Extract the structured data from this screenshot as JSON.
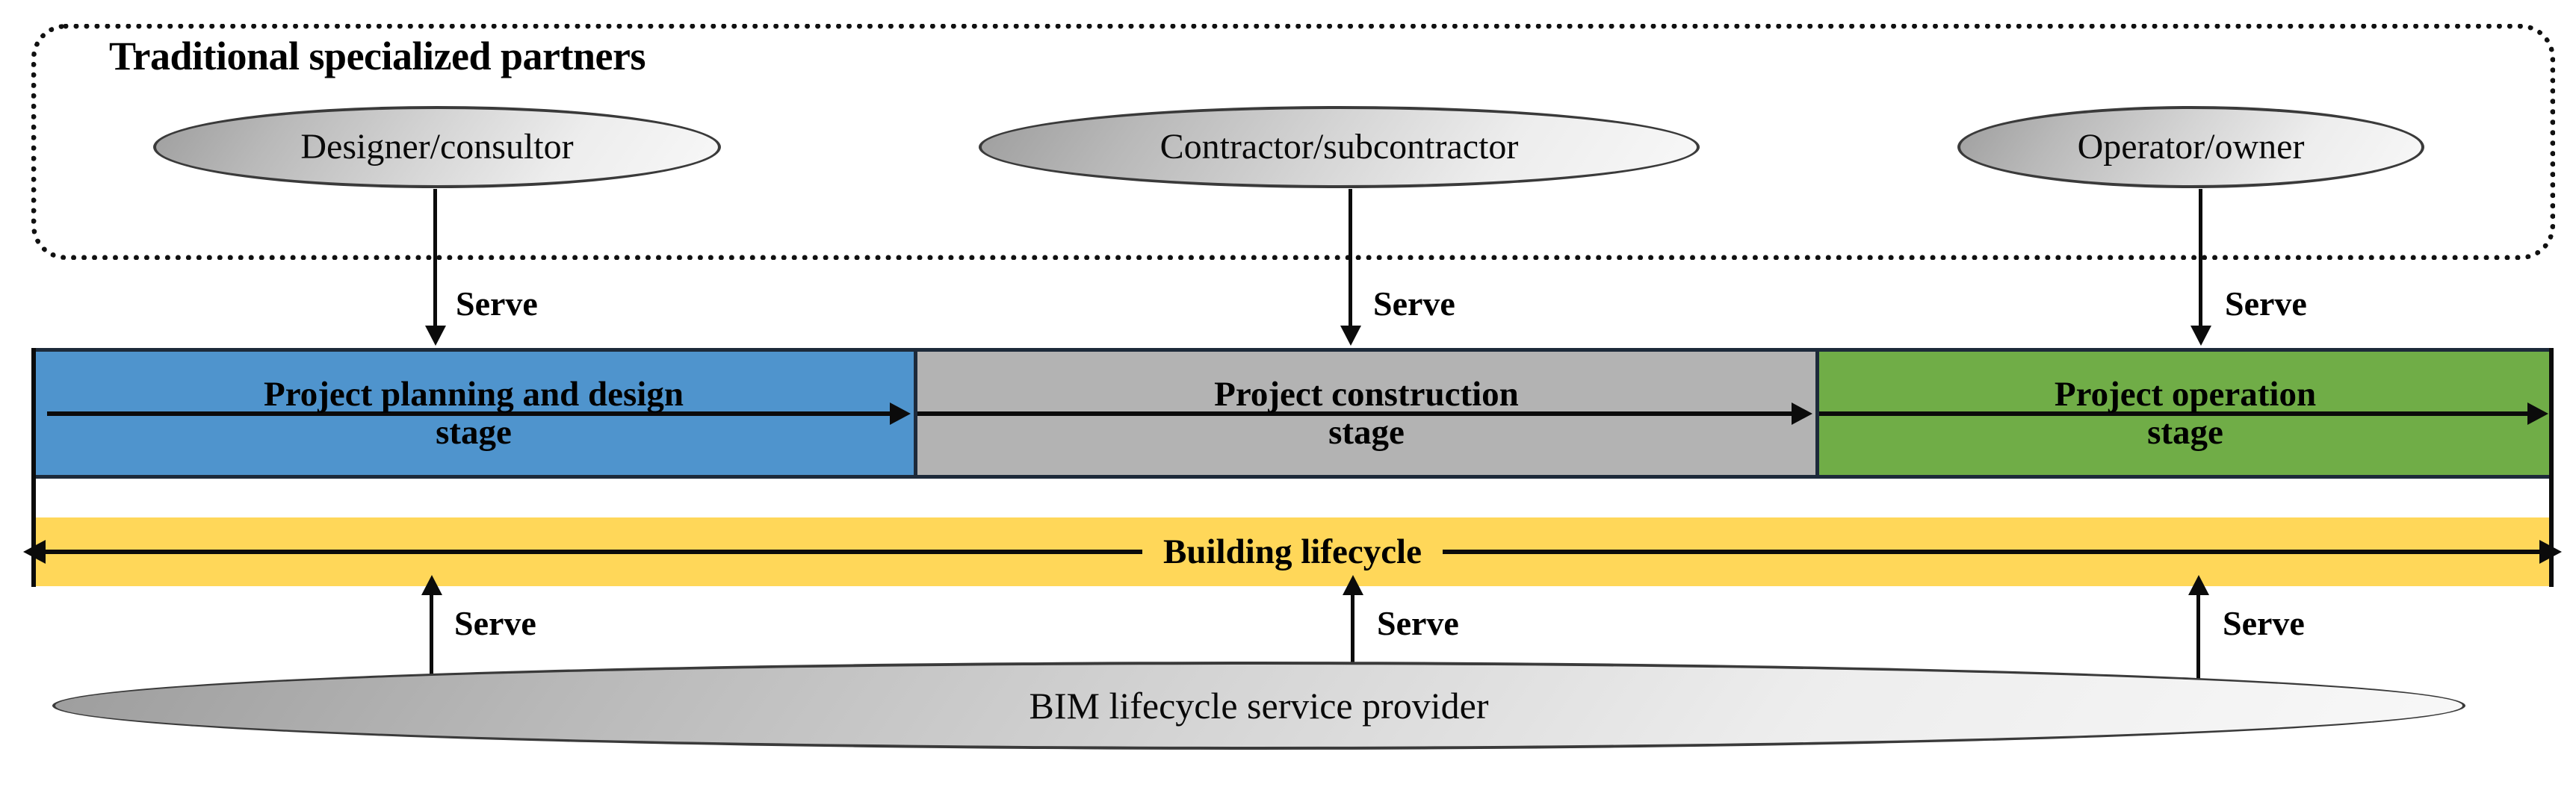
{
  "diagram": {
    "title": "BIM lifecycle service provider role across building lifecycle",
    "partners_group": {
      "label": "Traditional specialized partners",
      "nodes": [
        {
          "id": "designer",
          "label": "Designer/consultor"
        },
        {
          "id": "contractor",
          "label": "Contractor/subcontractor"
        },
        {
          "id": "operator",
          "label": "Operator/owner"
        }
      ]
    },
    "stages": [
      {
        "id": "planning",
        "line1": "Project planning and design",
        "line2": "stage",
        "color": "#4f94cd"
      },
      {
        "id": "construction",
        "line1": "Project construction",
        "line2": "stage",
        "color": "#b3b3b3"
      },
      {
        "id": "operation",
        "line1": "Project operation",
        "line2": "stage",
        "color": "#70ad47"
      }
    ],
    "lifecycle": {
      "label": "Building lifecycle",
      "color": "#ffd759",
      "direction": "bidirectional"
    },
    "provider": {
      "id": "bim-provider",
      "label": "BIM lifecycle service provider"
    },
    "edges": {
      "serve_label": "Serve",
      "top": [
        {
          "from": "designer",
          "to": "planning",
          "label": "Serve",
          "direction": "down"
        },
        {
          "from": "contractor",
          "to": "construction",
          "label": "Serve",
          "direction": "down"
        },
        {
          "from": "operator",
          "to": "operation",
          "label": "Serve",
          "direction": "down"
        }
      ],
      "bottom": [
        {
          "from": "bim-provider",
          "to": "lifecycle",
          "label": "Serve",
          "direction": "up"
        },
        {
          "from": "bim-provider",
          "to": "lifecycle",
          "label": "Serve",
          "direction": "up"
        },
        {
          "from": "bim-provider",
          "to": "lifecycle",
          "label": "Serve",
          "direction": "up"
        }
      ]
    },
    "colors": {
      "planning": "#4f94cd",
      "construction": "#b3b3b3",
      "operation": "#70ad47",
      "lifecycle": "#ffd759",
      "stroke": "#0b0b0b",
      "ellipse_border": "#3a3a3a"
    }
  }
}
